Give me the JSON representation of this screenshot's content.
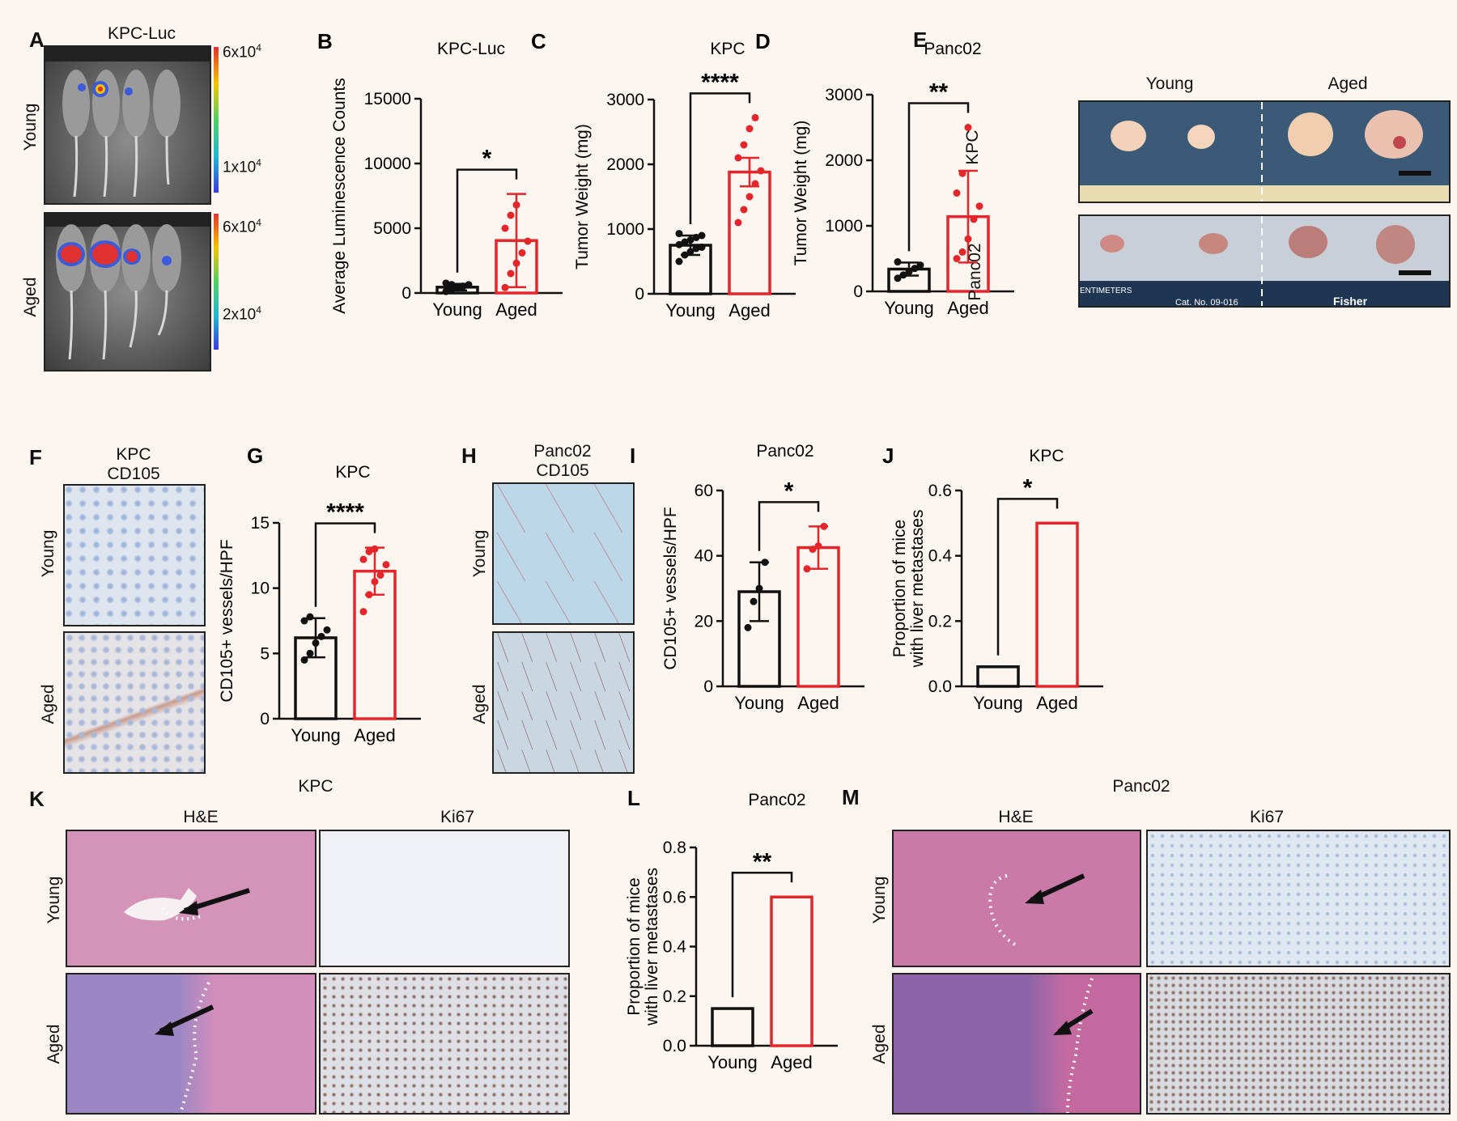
{
  "panels": {
    "A": {
      "letter": "A",
      "title": "KPC-Luc",
      "row_labels": [
        "Young",
        "Aged"
      ],
      "scale_top": {
        "max": "6x10",
        "max_sup": "4",
        "min": "1x10",
        "min_sup": "4"
      },
      "scale_bottom": {
        "max": "6x10",
        "max_sup": "4",
        "min": "2x10",
        "min_sup": "4"
      }
    },
    "E": {
      "letter": "E",
      "cols": [
        "Young",
        "Aged"
      ],
      "rows": [
        "KPC",
        "Panc02"
      ],
      "ruler_text": {
        "left": "ENTIMETERS",
        "mid": "Cat. No. 09-016",
        "right": "Fisher"
      }
    },
    "F": {
      "letter": "F",
      "title_line1": "KPC",
      "title_line2": "CD105",
      "rows": [
        "Young",
        "Aged"
      ]
    },
    "H": {
      "letter": "H",
      "title_line1": "Panc02",
      "title_line2": "CD105",
      "rows": [
        "Young",
        "Aged"
      ]
    },
    "K": {
      "letter": "K",
      "title": "KPC",
      "cols": [
        "H&E",
        "Ki67"
      ],
      "rows": [
        "Young",
        "Aged"
      ]
    },
    "M": {
      "letter": "M",
      "title": "Panc02",
      "cols": [
        "H&E",
        "Ki67"
      ],
      "rows": [
        "Young",
        "Aged"
      ]
    }
  },
  "chart_data": [
    {
      "id": "B",
      "letter": "B",
      "type": "bar",
      "title": "KPC-Luc",
      "ylabel": "Average Luminescence Counts",
      "xlabel": "",
      "categories": [
        "Young",
        "Aged"
      ],
      "ylim": [
        0,
        15000
      ],
      "yticks": [
        0,
        5000,
        10000,
        15000
      ],
      "values": [
        450,
        4050
      ],
      "errors": [
        250,
        3600
      ],
      "significance": "*",
      "points": [
        [
          120,
          280,
          400,
          520,
          640,
          760,
          650
        ],
        [
          420,
          1500,
          2300,
          3100,
          4000,
          5000,
          6000,
          6800
        ]
      ]
    },
    {
      "id": "C",
      "letter": "C",
      "type": "bar",
      "title": "KPC",
      "ylabel": "Tumor Weight (mg)",
      "xlabel": "",
      "categories": [
        "Young",
        "Aged"
      ],
      "ylim": [
        0,
        3000
      ],
      "yticks": [
        0,
        1000,
        2000,
        3000
      ],
      "values": [
        750,
        1880
      ],
      "errors": [
        150,
        220
      ],
      "significance": "****",
      "points": [
        [
          500,
          600,
          650,
          700,
          720,
          760,
          800,
          830,
          870,
          900,
          930
        ],
        [
          1100,
          1300,
          1500,
          1700,
          1900,
          2100,
          2300,
          2550,
          2720
        ]
      ]
    },
    {
      "id": "D",
      "letter": "D",
      "type": "bar",
      "title": "Panc02",
      "ylabel": "Tumor Weight (mg)",
      "xlabel": "",
      "categories": [
        "Young",
        "Aged"
      ],
      "ylim": [
        0,
        3000
      ],
      "yticks": [
        0,
        1000,
        2000,
        3000
      ],
      "values": [
        340,
        1140
      ],
      "errors": [
        100,
        700
      ],
      "significance": "**",
      "points": [
        [
          200,
          250,
          300,
          350,
          400,
          450
        ],
        [
          500,
          600,
          800,
          1100,
          1300,
          1500,
          1800,
          2500
        ]
      ]
    },
    {
      "id": "G",
      "letter": "G",
      "type": "bar",
      "title": "KPC",
      "ylabel": "CD105+ vessels/HPF",
      "xlabel": "",
      "categories": [
        "Young",
        "Aged"
      ],
      "ylim": [
        0,
        15
      ],
      "yticks": [
        0,
        5,
        10,
        15
      ],
      "values": [
        6.2,
        11.3
      ],
      "errors": [
        1.5,
        1.8
      ],
      "significance": "****",
      "points": [
        [
          4.5,
          5.0,
          5.8,
          6.3,
          6.8,
          7.5,
          7.8
        ],
        [
          8.2,
          9.5,
          10.5,
          11.0,
          11.8,
          12.2,
          12.8,
          13.0
        ]
      ]
    },
    {
      "id": "I",
      "letter": "I",
      "type": "bar",
      "title": "Panc02",
      "ylabel": "CD105+ vessels/HPF",
      "xlabel": "",
      "categories": [
        "Young",
        "Aged"
      ],
      "ylim": [
        0,
        60
      ],
      "yticks": [
        0,
        20,
        40,
        60
      ],
      "values": [
        29,
        42.5
      ],
      "errors": [
        9,
        6.5
      ],
      "significance": "*",
      "points": [
        [
          18,
          26,
          30,
          38
        ],
        [
          36,
          42,
          43,
          49
        ]
      ]
    },
    {
      "id": "J",
      "letter": "J",
      "type": "bar",
      "title": "KPC",
      "ylabel": "Proportion of mice",
      "ylabel2": "with liver metastases",
      "xlabel": "",
      "categories": [
        "Young",
        "Aged"
      ],
      "ylim": [
        0,
        0.6
      ],
      "yticks": [
        "0.0",
        "0.2",
        "0.4",
        "0.6"
      ],
      "values": [
        0.06,
        0.5
      ],
      "errors": [
        0,
        0
      ],
      "significance": "*",
      "points": [
        [],
        []
      ]
    },
    {
      "id": "L",
      "letter": "L",
      "type": "bar",
      "title": "Panc02",
      "ylabel": "Proportion of mice",
      "ylabel2": "with liver metastases",
      "xlabel": "",
      "categories": [
        "Young",
        "Aged"
      ],
      "ylim": [
        0,
        0.8
      ],
      "yticks": [
        "0.0",
        "0.2",
        "0.4",
        "0.6",
        "0.8"
      ],
      "values": [
        0.15,
        0.6
      ],
      "errors": [
        0,
        0
      ],
      "significance": "**",
      "points": [
        [],
        []
      ]
    }
  ],
  "colors": {
    "young": "#111111",
    "aged": "#e4252a"
  }
}
